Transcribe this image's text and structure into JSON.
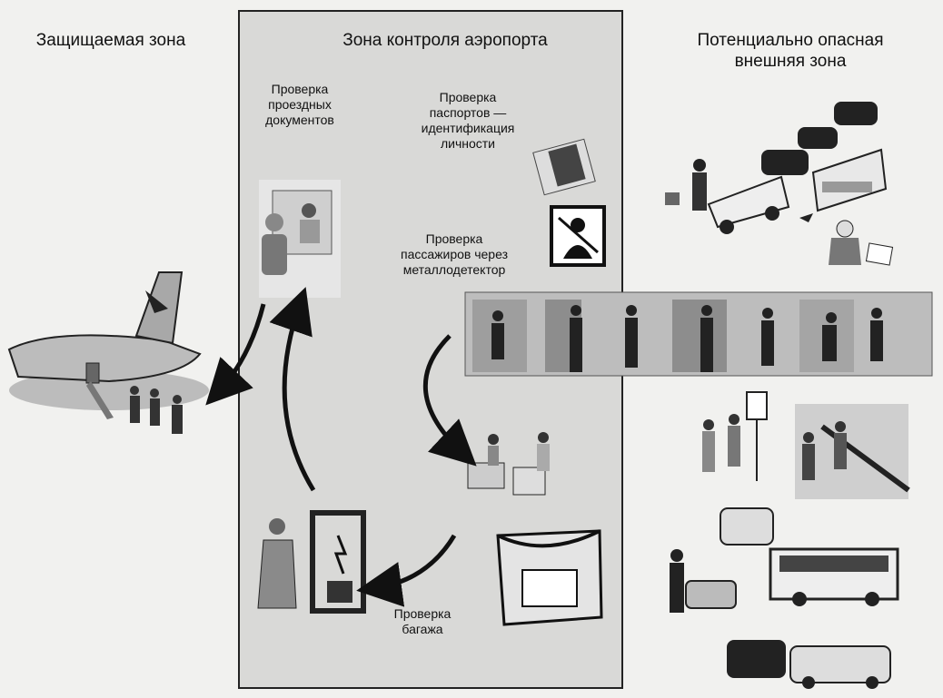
{
  "zones": {
    "protected": "Защищаемая зона",
    "control": "Зона контроля аэропорта",
    "external_line1": "Потенциально опасная",
    "external_line2": "внешняя зона"
  },
  "steps": {
    "documents_line1": "Проверка",
    "documents_line2": "проездных",
    "documents_line3": "документов",
    "passports_line1": "Проверка",
    "passports_line2": "паспортов —",
    "passports_line3": "идентификация",
    "passports_line4": "личности",
    "metal_line1": "Проверка",
    "metal_line2": "пассажиров через",
    "metal_line3": "металлодетектор",
    "baggage_line1": "Проверка",
    "baggage_line2": "багажа"
  }
}
